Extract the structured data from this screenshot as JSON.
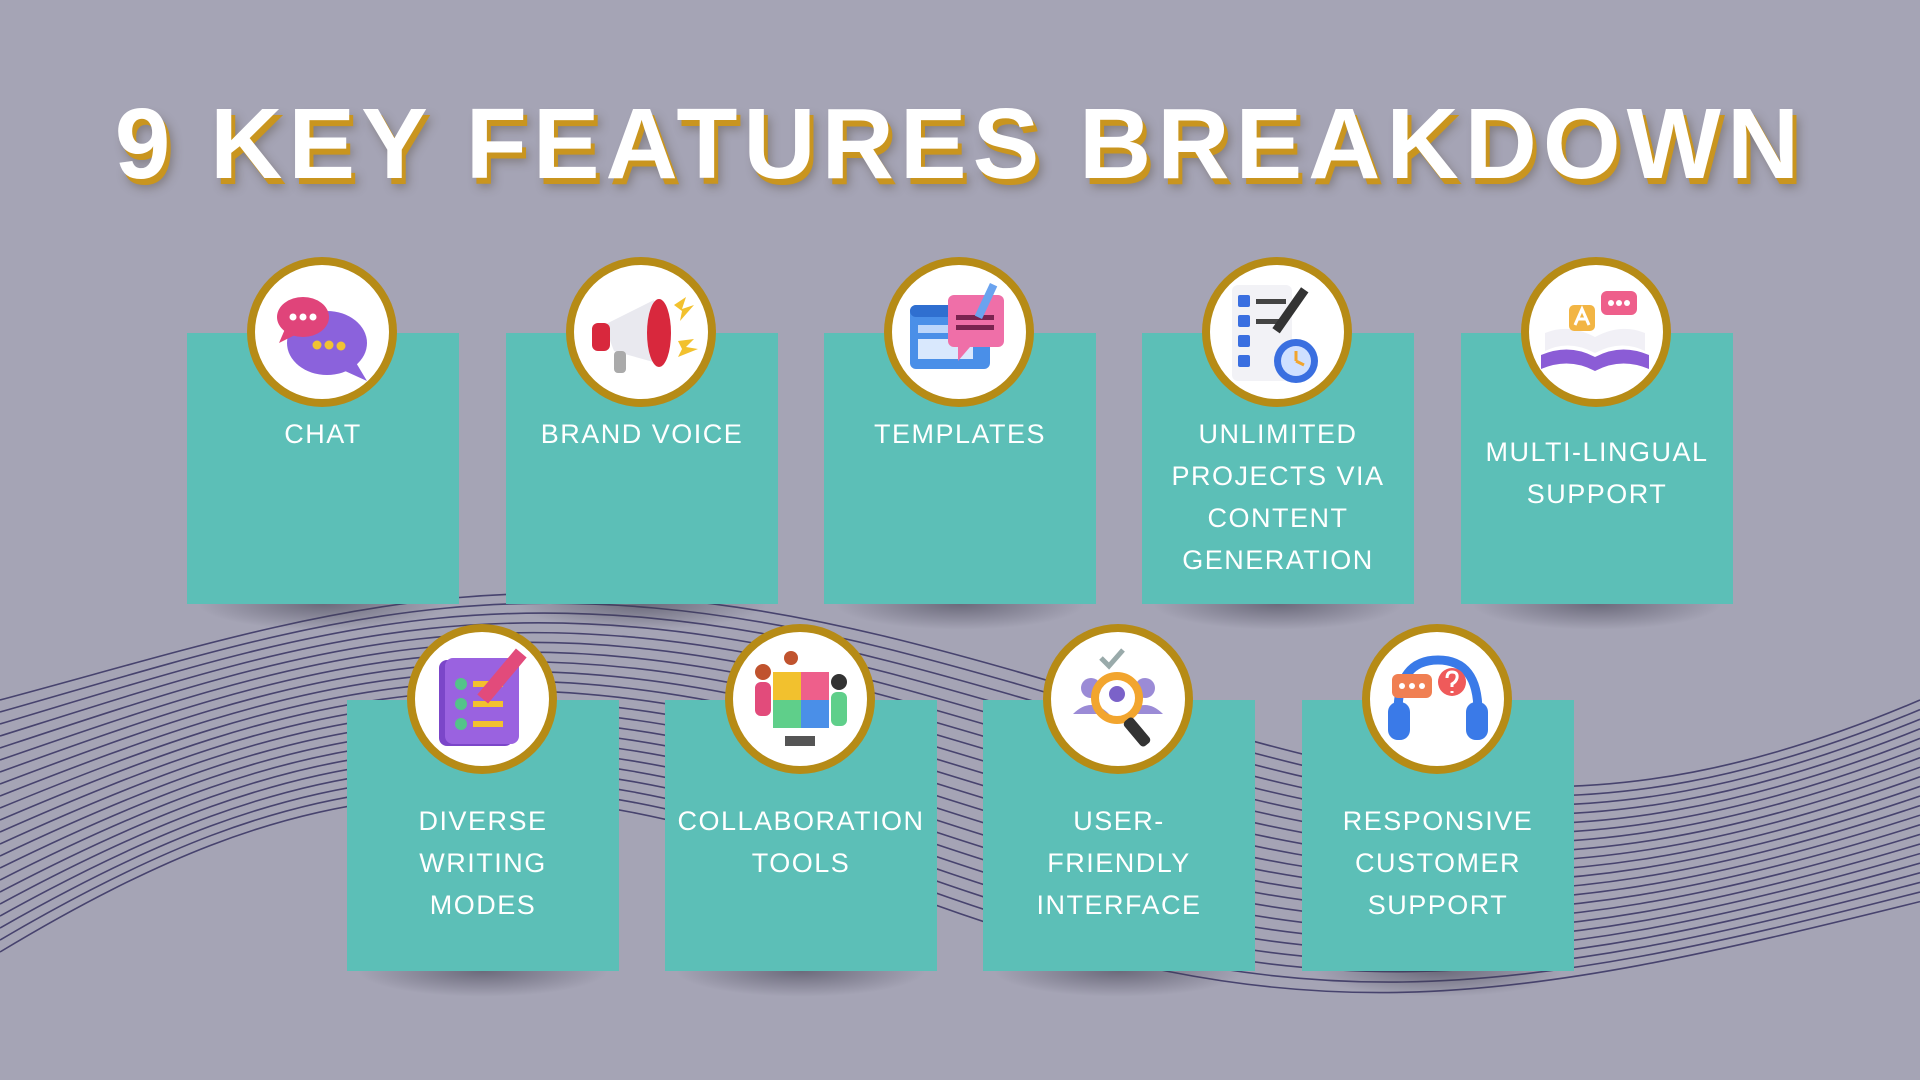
{
  "title": "9 KEY FEATURES BREAKDOWN",
  "colors": {
    "background": "#a5a4b5",
    "card": "#5cbfb7",
    "ring": "#b68b16",
    "title_shadow": "#c9951f",
    "wave": "#2f2a5c"
  },
  "features": [
    {
      "icon": "chat-bubbles-icon",
      "lines": [
        "CHAT"
      ]
    },
    {
      "icon": "megaphone-icon",
      "lines": [
        "BRAND VOICE"
      ]
    },
    {
      "icon": "templates-icon",
      "lines": [
        "TEMPLATES"
      ]
    },
    {
      "icon": "checklist-clock-icon",
      "lines": [
        "UNLIMITED",
        "PROJECTS VIA",
        "CONTENT",
        "GENERATION"
      ]
    },
    {
      "icon": "book-translate-icon",
      "lines": [
        "MULTI-LINGUAL",
        "SUPPORT"
      ]
    },
    {
      "icon": "writing-checklist-icon",
      "lines": [
        "DIVERSE",
        "WRITING",
        "MODES"
      ]
    },
    {
      "icon": "puzzle-team-icon",
      "lines": [
        "COLLABORATION",
        "TOOLS"
      ]
    },
    {
      "icon": "user-search-icon",
      "lines": [
        "USER-",
        "FRIENDLY",
        "INTERFACE"
      ]
    },
    {
      "icon": "headset-support-icon",
      "lines": [
        "RESPONSIVE",
        "CUSTOMER",
        "SUPPORT"
      ]
    }
  ]
}
